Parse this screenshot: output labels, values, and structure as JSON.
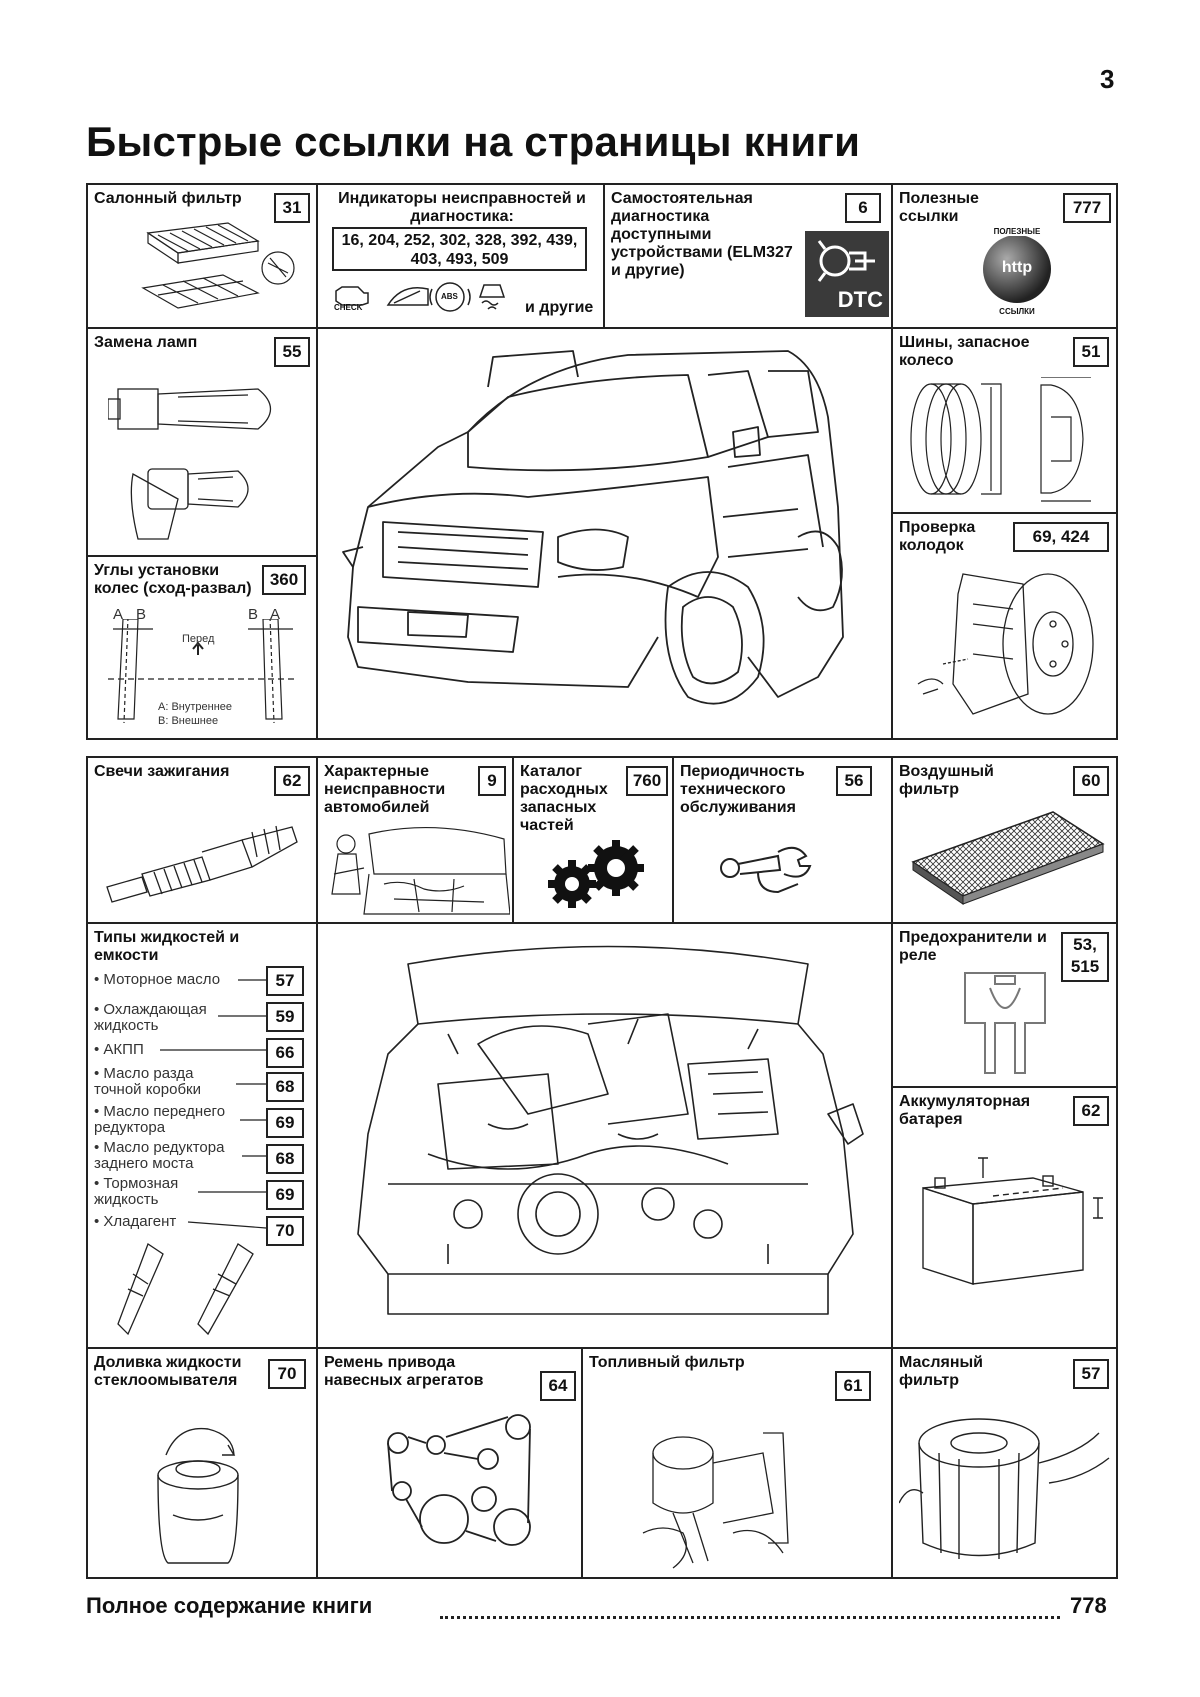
{
  "page": {
    "number": "3",
    "title": "Быстрые ссылки на страницы книги"
  },
  "cards": {
    "cabin_filter": {
      "label": "Салонный фильтр",
      "page": "31"
    },
    "indicators": {
      "label": "Индикаторы неисправностей и диагностика:",
      "pages": "16, 204, 252, 302, 328, 392, 439, 403, 493, 509",
      "check_text": "CHECK",
      "abs_text": "ABS",
      "others": "и другие"
    },
    "self_diag": {
      "label": "Самостоятельная диагностика доступными устройствами (ELM327 и другие)",
      "page": "6",
      "dtc_text": "DTC"
    },
    "links": {
      "label": "Полезные ссылки",
      "page": "777",
      "globe_top": "ПОЛЕЗНЫЕ",
      "globe_mid": "http",
      "globe_bottom": "ССЫЛКИ"
    },
    "lamps": {
      "label": "Замена ламп",
      "page": "55"
    },
    "tires": {
      "label": "Шины, запасное колесо",
      "page": "51"
    },
    "wheel_alignment": {
      "label": "Углы установки колес (сход-развал)",
      "page": "360",
      "front": "Перед",
      "inner": "А: Внутреннее",
      "outer": "В: Внешнее",
      "a": "A",
      "b": "B"
    },
    "brake_pads": {
      "label": "Проверка колодок",
      "page": "69, 424"
    },
    "spark_plugs": {
      "label": "Свечи зажигания",
      "page": "62"
    },
    "typical_faults": {
      "label": "Характерные неисправности автомобилей",
      "page": "9"
    },
    "parts_catalog": {
      "label": "Каталог расходных запасных частей",
      "page": "760"
    },
    "maintenance": {
      "label": "Периодичность технического обслуживания",
      "page": "56"
    },
    "air_filter": {
      "label": "Воздушный фильтр",
      "page": "60"
    },
    "fluids": {
      "label": "Типы жидкостей и емкости",
      "items": [
        {
          "text": "Моторное масло",
          "page": "57"
        },
        {
          "text": "Охлаждающая жидкость",
          "page": "59"
        },
        {
          "text": "АКПП",
          "page": "66"
        },
        {
          "text": "Масло разда точной коробки",
          "page": "68"
        },
        {
          "text": "Масло переднего редуктора",
          "page": "69"
        },
        {
          "text": "Масло редуктора заднего моста",
          "page": "68"
        },
        {
          "text": "Тормозная жидкость",
          "page": "69"
        },
        {
          "text": "Хладагент",
          "page": "70"
        }
      ]
    },
    "fuses": {
      "label": "Предохранители и реле",
      "page": "53, 515"
    },
    "battery": {
      "label": "Аккумуляторная батарея",
      "page": "62"
    },
    "washer": {
      "label": "Доливка жидкости стеклоомывателя",
      "page": "70"
    },
    "belt": {
      "label": "Ремень привода навесных агрегатов",
      "page": "64"
    },
    "fuel_filter": {
      "label": "Топливный фильтр",
      "page": "61"
    },
    "oil_filter": {
      "label": "Масляный фильтр",
      "page": "57"
    }
  },
  "toc": {
    "text": "Полное содержание книги",
    "page": "778"
  }
}
